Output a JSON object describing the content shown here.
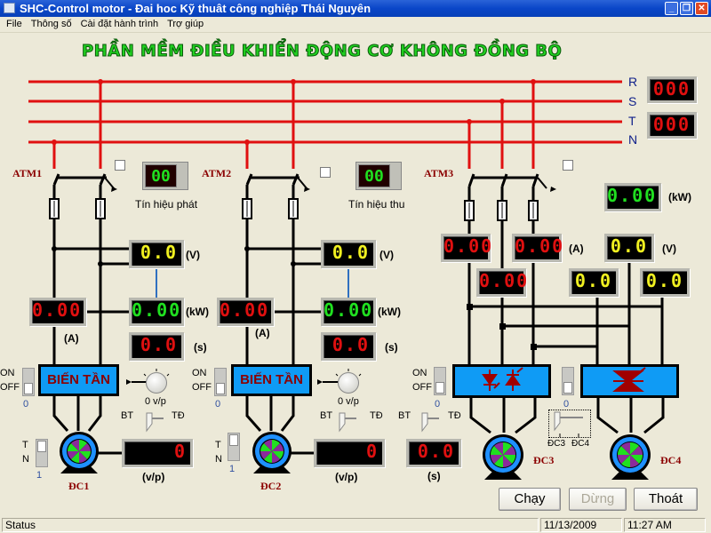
{
  "window": {
    "title": "SHC-Control motor - Đai hoc Kỹ thuât công nghiệp Thái Nguyên",
    "controls": [
      "minimize",
      "restore",
      "close"
    ]
  },
  "menu": [
    "File",
    "Thông số",
    "Cài đặt hành trình",
    "Trợ giúp"
  ],
  "heading": "PHẦN MỀM ĐIỀU KHIỂN ĐỘNG CƠ KHÔNG ĐỒNG BỘ",
  "phases": [
    "R",
    "S",
    "T",
    "N"
  ],
  "supply_displays": [
    "000",
    "000"
  ],
  "signals": {
    "transmit": {
      "label": "Tín hiệu phát",
      "value": "00"
    },
    "receive": {
      "label": "Tín hiệu thu",
      "value": "00"
    }
  },
  "units": {
    "v": "(V)",
    "kw": "(kW)",
    "a": "(A)",
    "s": "(s)",
    "vp": "(v/p)"
  },
  "section1": {
    "breaker": "ATM1",
    "voltage": "0.0",
    "power": "0.00",
    "current": "0.00",
    "time": "0.0",
    "inverter": "BIẾN TẦN",
    "onoff": {
      "on": "ON",
      "off": "OFF",
      "value": "0"
    },
    "speed_knob": "0 v/p",
    "mode": {
      "left": "BT",
      "right": "TĐ"
    },
    "direction": {
      "t": "T",
      "n": "N",
      "value": "1"
    },
    "rpm": "0",
    "motor": "ĐC1"
  },
  "section2": {
    "breaker": "ATM2",
    "voltage": "0.0",
    "power": "0.00",
    "current": "0.00",
    "time": "0.0",
    "inverter": "BIẾN TẦN",
    "onoff": {
      "on": "ON",
      "off": "OFF",
      "value": "0"
    },
    "speed_knob": "0 v/p",
    "mode": {
      "left": "BT",
      "right": "TĐ"
    },
    "direction": {
      "t": "T",
      "n": "N",
      "value": "1"
    },
    "rpm": "0",
    "motor": "ĐC2"
  },
  "section3": {
    "breaker": "ATM3",
    "currents": [
      "0.00",
      "0.00",
      "0.00"
    ],
    "power": "0.00",
    "voltages": [
      "0.0",
      "0.0",
      "0.0"
    ],
    "onoff_left": {
      "on": "ON",
      "off": "OFF",
      "value": "0"
    },
    "onoff_right": {
      "value": "0"
    },
    "mode": {
      "left": "BT",
      "right": "TĐ"
    },
    "time": "0.0",
    "selector": {
      "left": "ĐC3",
      "right": "ĐC4"
    },
    "motors": [
      "ĐC3",
      "ĐC4"
    ]
  },
  "buttons": {
    "run": "Chạy",
    "stop": "Dừng",
    "exit": "Thoát"
  },
  "status": {
    "text": "Status",
    "date": "11/13/2009",
    "time": "11:27 AM"
  }
}
